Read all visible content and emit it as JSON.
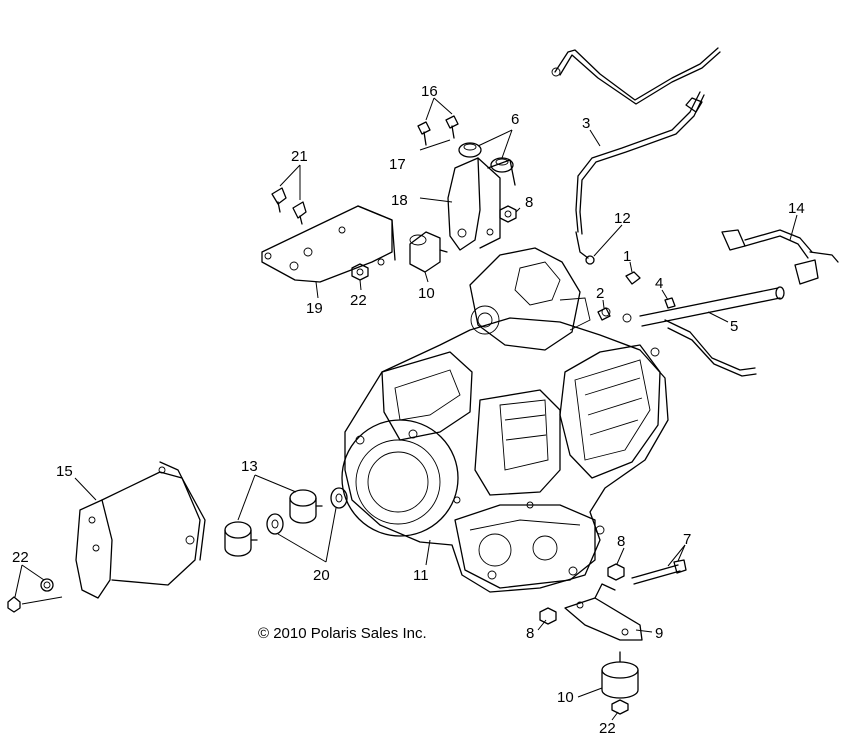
{
  "copyright": "© 2010 Polaris Sales Inc.",
  "callouts": {
    "c1": "1",
    "c2": "2",
    "c3": "3",
    "c4": "4",
    "c5": "5",
    "c6": "6",
    "c7": "7",
    "c8a": "8",
    "c8b": "8",
    "c8c": "8",
    "c9": "9",
    "c10a": "10",
    "c10b": "10",
    "c11": "11",
    "c12": "12",
    "c13": "13",
    "c14": "14",
    "c15": "15",
    "c16": "16",
    "c17": "17",
    "c18": "18",
    "c19": "19",
    "c20": "20",
    "c21": "21",
    "c22a": "22",
    "c22b": "22",
    "c22c": "22"
  }
}
